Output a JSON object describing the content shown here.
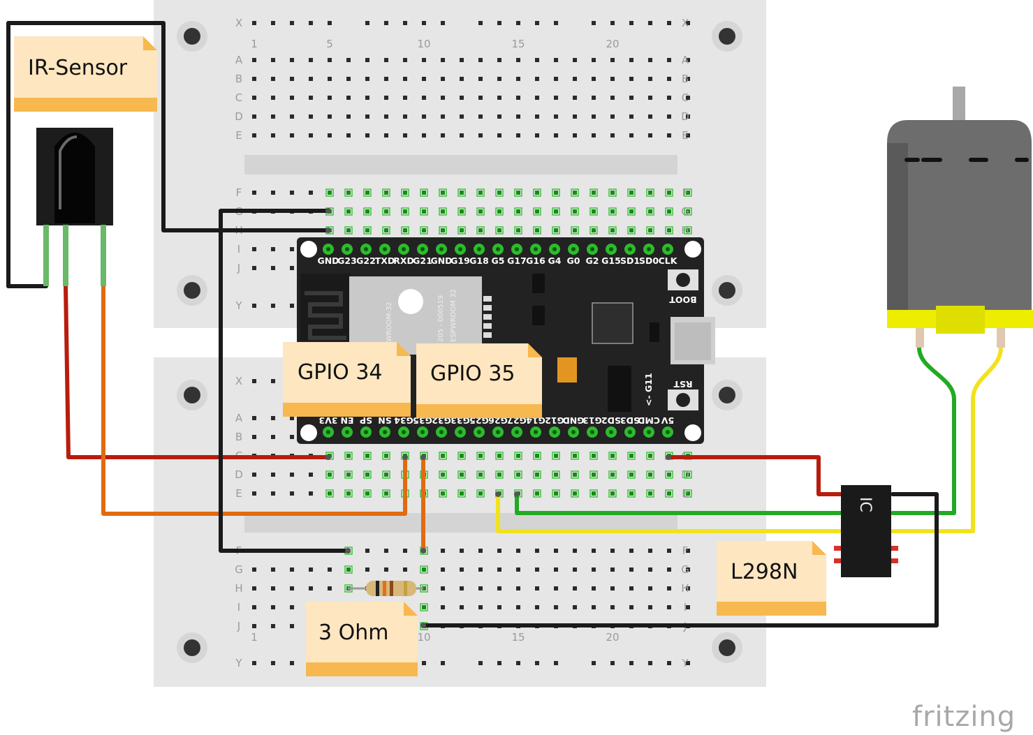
{
  "notes": {
    "ir_sensor": "IR-Sensor",
    "gpio34": "GPIO 34",
    "gpio35": "GPIO 35",
    "l298n": "L298N",
    "resistor": "3 Ohm"
  },
  "breadboard": {
    "rows_top": [
      "X",
      "A",
      "B",
      "C",
      "D",
      "E",
      "F",
      "G",
      "H",
      "I",
      "J",
      "Y"
    ],
    "rows_bottom": [
      "X",
      "A",
      "B",
      "C",
      "D",
      "E",
      "F",
      "G",
      "H",
      "I",
      "J",
      "Y"
    ],
    "col_numbers": [
      "1",
      "5",
      "10",
      "15",
      "20"
    ]
  },
  "esp32": {
    "top_pins": [
      "GND",
      "G23",
      "G22",
      "TXD",
      "RXD",
      "G21",
      "GND",
      "G19",
      "G18",
      "G5",
      "G17",
      "G16",
      "G4",
      "G0",
      "G2",
      "G15",
      "SD1",
      "SD0",
      "CLK"
    ],
    "bottom_pins": [
      "3V3",
      "EN",
      "SP",
      "SN",
      "G34",
      "G35",
      "G32",
      "G33",
      "G25",
      "G26",
      "G27",
      "G14",
      "G12",
      "GND",
      "G13",
      "SD2",
      "SD3",
      "CMD",
      "5V"
    ],
    "module_line1": "WROOM-32",
    "module_line2": "ESPWROOM 32",
    "module_line3": "205 - 000519",
    "boot_label": "BOOT",
    "rst_label": "RST",
    "g11_label": "<- G11"
  },
  "chip": {
    "label": "IC"
  },
  "brand": "fritzing",
  "colors": {
    "wire_red": "#c01a0a",
    "wire_orange": "#e06b10",
    "wire_black": "#1a1a1a",
    "wire_green": "#22aa22",
    "wire_yellow": "#f2e21c",
    "note_fill": "#fde6c0",
    "note_band": "#f7b84f",
    "board": "#e8e8e8",
    "esp_board": "#222222",
    "motor_yellow": "#eded00"
  }
}
